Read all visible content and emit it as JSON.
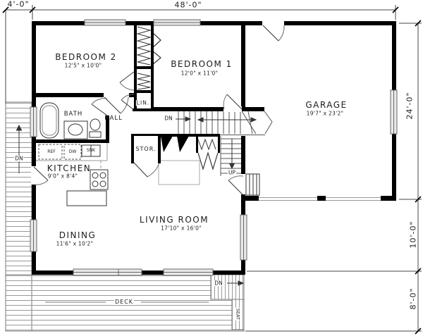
{
  "dimensions": {
    "top_left": "4'-0\"",
    "top": "48'-0\"",
    "right_upper": "24'-0\"",
    "right_middle": "10'-0\"",
    "right_lower": "8'-0\""
  },
  "rooms": {
    "bedroom2": {
      "name": "BEDROOM 2",
      "size": "12'5\" x 10'0\""
    },
    "bedroom1": {
      "name": "BEDROOM 1",
      "size": "12'0\" x 11'0\""
    },
    "garage": {
      "name": "GARAGE",
      "size": "19'7\" x 23'2\""
    },
    "kitchen": {
      "name": "KITCHEN",
      "size": "9'0\" x 8'4\""
    },
    "dining": {
      "name": "DINING",
      "size": "11'6\" x 10'2\""
    },
    "living_room": {
      "name": "LIVING ROOM",
      "size": "17'10\" x 16'0\""
    },
    "bath": {
      "name": "BATH"
    },
    "hall": {
      "name": "HALL"
    },
    "linen": {
      "name": "LIN."
    },
    "storage": {
      "name": "STOR."
    },
    "deck": {
      "name": "DECK"
    }
  },
  "annotations": {
    "down": "DN",
    "up": "UP",
    "seat": "SEAT"
  },
  "appliances": {
    "refrigerator": "REF",
    "dishwasher": "DW",
    "sink": "SNK"
  }
}
